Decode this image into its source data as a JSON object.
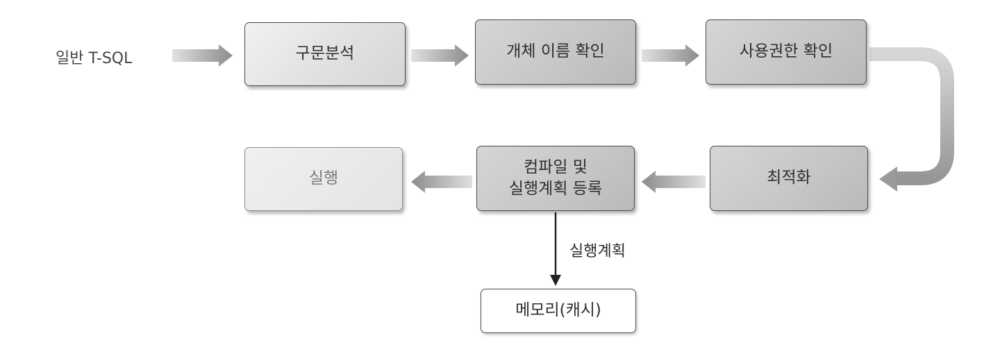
{
  "input_label": "일반 T-SQL",
  "steps": {
    "parse": "구문분석",
    "name_check": "개체 이름 확인",
    "perm_check": "사용권한 확인",
    "optimize": "최적화",
    "compile_line1": "컴파일 및",
    "compile_line2": "실행계획 등록",
    "execute": "실행"
  },
  "edge_label": "실행계획",
  "cache": "메모리(캐시)",
  "colors": {
    "box_border": "#4a4a4a",
    "arrow": "#9a9a9a",
    "dark_box": "#c9c9c9",
    "light_box": "#e1e1e1"
  }
}
